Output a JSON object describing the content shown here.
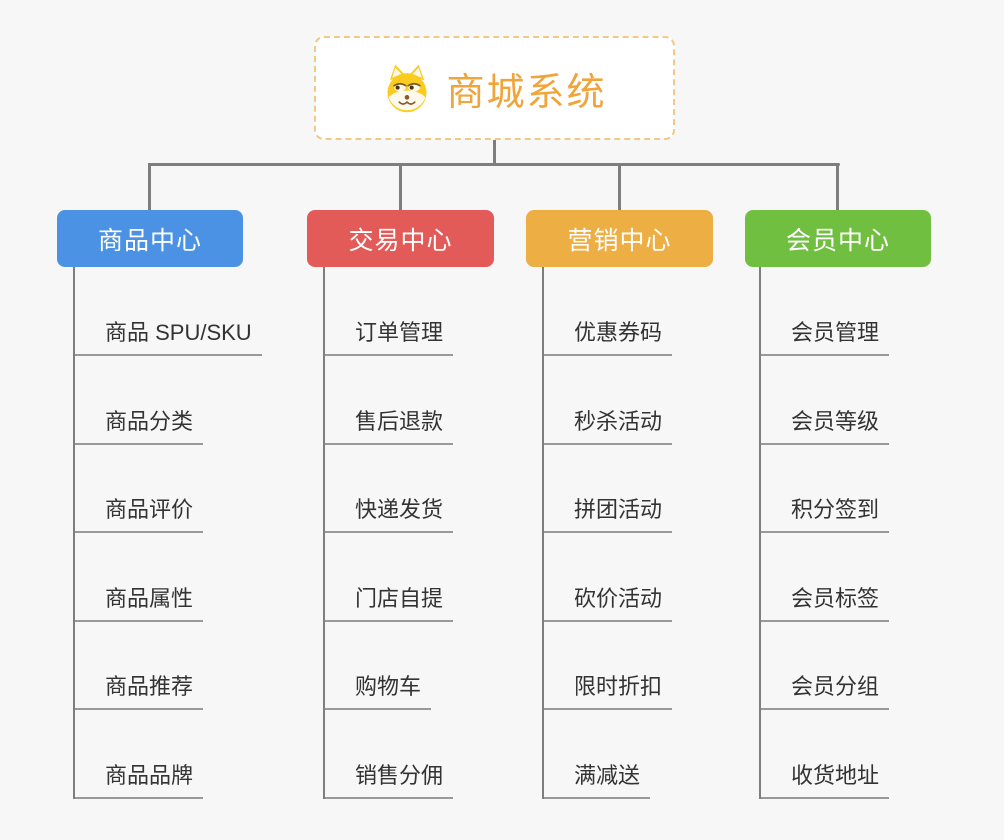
{
  "app": {
    "background_color": "#f7f7f7"
  },
  "root": {
    "title": "商城系统",
    "icon": "shiba-dog-icon",
    "text_color": "#f0a53a",
    "border_color": "#f2c888",
    "fill_color": "#ffffff"
  },
  "connectors": {
    "color": "#7e7e7e",
    "leaf_line_color": "#999999"
  },
  "branches": [
    {
      "label": "商品中心",
      "color": "#4b92e5",
      "children": [
        "商品 SPU/SKU",
        "商品分类",
        "商品评价",
        "商品属性",
        "商品推荐",
        "商品品牌"
      ]
    },
    {
      "label": "交易中心",
      "color": "#e25b58",
      "children": [
        "订单管理",
        "售后退款",
        "快递发货",
        "门店自提",
        "购物车",
        "销售分佣"
      ]
    },
    {
      "label": "营销中心",
      "color": "#edae44",
      "children": [
        "优惠券码",
        "秒杀活动",
        "拼团活动",
        "砍价活动",
        "限时折扣",
        "满减送"
      ]
    },
    {
      "label": "会员中心",
      "color": "#70bf40",
      "children": [
        "会员管理",
        "会员等级",
        "积分签到",
        "会员标签",
        "会员分组",
        "收货地址"
      ]
    }
  ]
}
